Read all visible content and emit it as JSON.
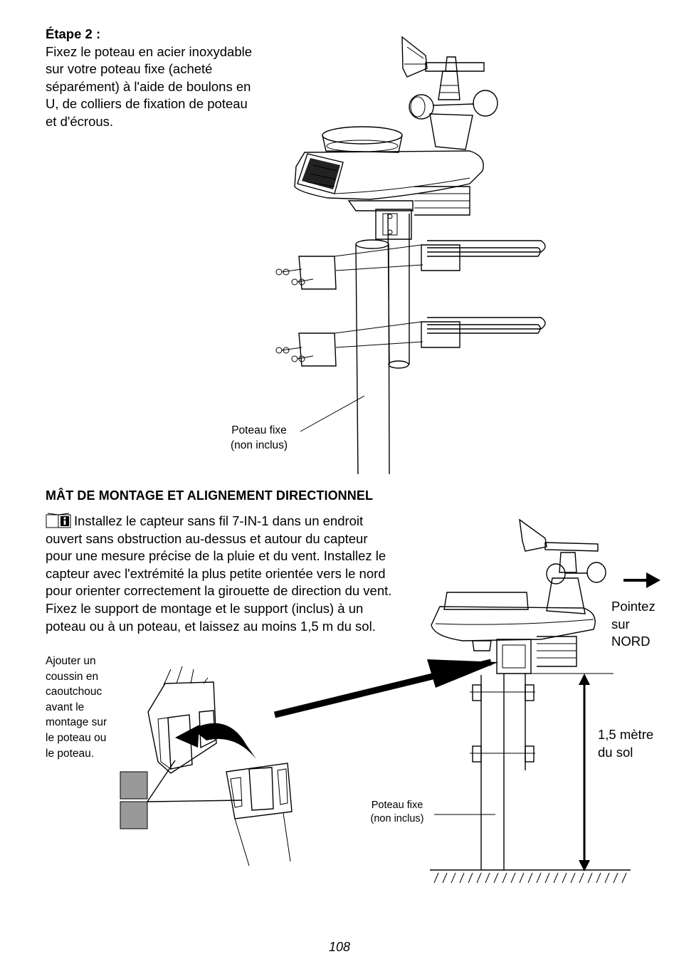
{
  "step": {
    "title": "Étape 2 :",
    "lines": [
      "Fixez le poteau en acier inoxydable",
      "sur votre poteau fixe (acheté",
      "séparément) à l'aide de boulons en",
      "U, de colliers de fixation de poteau",
      "et d'écrous."
    ]
  },
  "figure1": {
    "pole_label_line1": "Poteau fixe",
    "pole_label_line2": "(non inclus)"
  },
  "section": {
    "heading": "MÂT DE MONTAGE ET ALIGNEMENT DIRECTIONNEL",
    "info_icon": "info-book-icon",
    "lines": [
      "Installez le capteur sans fil 7-IN-1 dans un endroit",
      "ouvert sans obstruction au-dessus et autour du capteur",
      "pour une mesure précise de la pluie et du vent. Installez le",
      "capteur avec l'extrémité la plus petite orientée vers le nord",
      "pour orienter correctement la girouette de direction du vent.",
      "Fixez le support de montage et le support (inclus) à un",
      "poteau ou à un poteau, et laissez au moins 1,5 m du sol."
    ]
  },
  "figure2": {
    "cushion_note": [
      "Ajouter un",
      "coussin en",
      "caoutchouc",
      "avant le",
      "montage sur",
      "le poteau ou",
      "le poteau."
    ],
    "north_label": [
      "Pointez",
      "sur",
      "NORD"
    ],
    "height_label": [
      "1,5 mètre",
      "du sol"
    ],
    "pole_label_line1": "Poteau fixe",
    "pole_label_line2": "(non inclus)"
  },
  "page_number": "108"
}
